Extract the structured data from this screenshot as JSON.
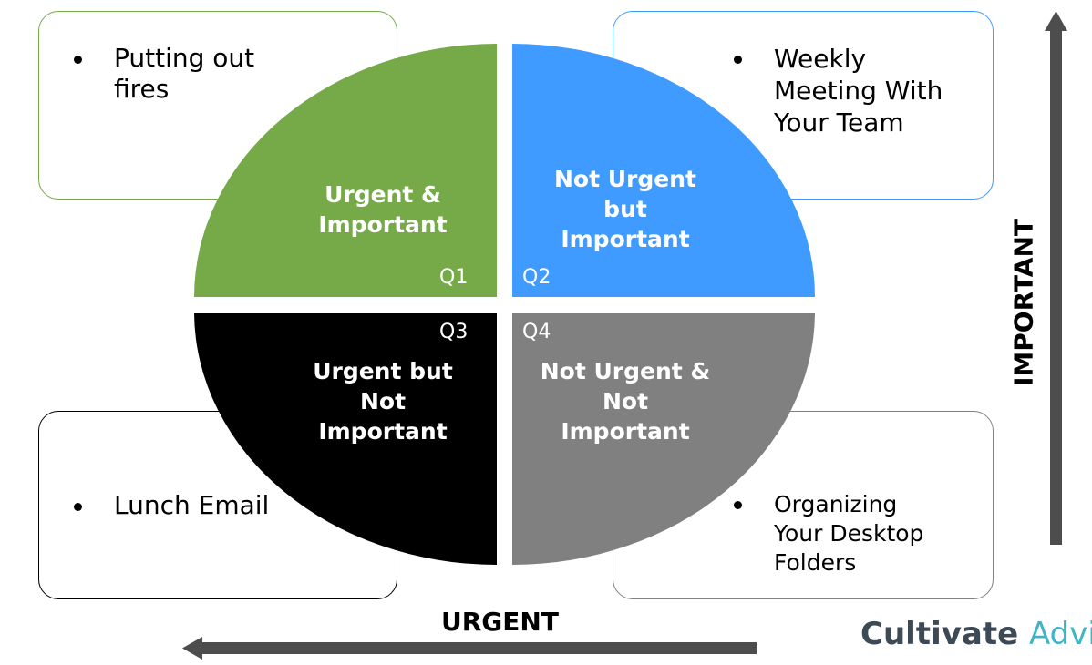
{
  "colors": {
    "q1": "#76aa49",
    "q2": "#3f9bff",
    "q3": "#000000",
    "q4": "#808080",
    "arrow": "#4d4d4d",
    "brand_dark": "#3d4a55",
    "brand_accent": "#3fb5c4"
  },
  "quadrants": {
    "q1": {
      "label": "Q1",
      "title": "Urgent &\nImportant"
    },
    "q2": {
      "label": "Q2",
      "title": "Not Urgent\nbut\nImportant"
    },
    "q3": {
      "label": "Q3",
      "title": "Urgent but\nNot\nImportant"
    },
    "q4": {
      "label": "Q4",
      "title": "Not Urgent &\nNot\nImportant"
    }
  },
  "examples": {
    "q1": {
      "lines": [
        "Putting out",
        "fires"
      ]
    },
    "q2": {
      "lines": [
        "Weekly",
        "Meeting With",
        "Your Team"
      ]
    },
    "q3": {
      "lines": [
        "Lunch Email"
      ]
    },
    "q4": {
      "lines": [
        "Organizing",
        "Your Desktop",
        "Folders"
      ]
    }
  },
  "axes": {
    "vertical_label": "IMPORTANT",
    "horizontal_label": "URGENT"
  },
  "brand": {
    "text_dark": "Cultivate",
    "text_accent": "Advi"
  }
}
